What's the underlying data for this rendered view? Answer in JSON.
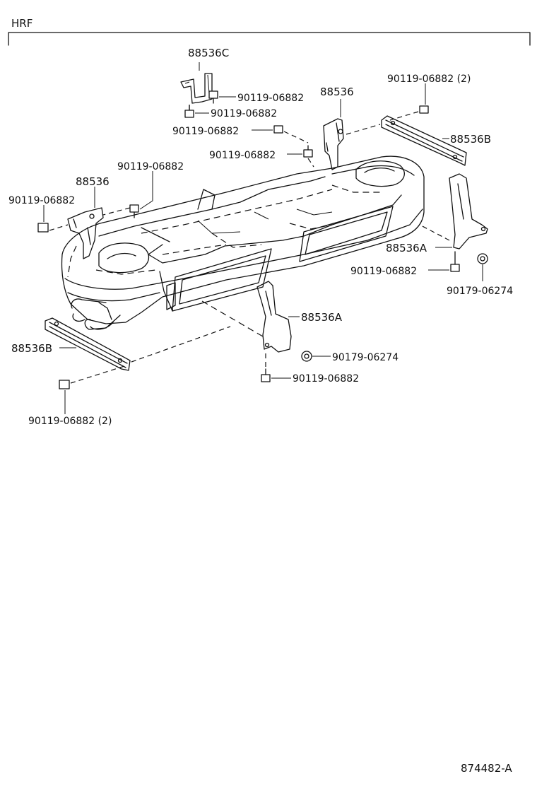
{
  "diagram": {
    "group_code": "HRF",
    "illustration_id": "874482-A",
    "callouts": {
      "bracket_top_c": "88536C",
      "bolt_top_c_1": "90119-06882",
      "bolt_top_c_2": "90119-06882",
      "bolt_top_right_qty": "90119-06882 (2)",
      "bracket_top_center": "88536",
      "bolt_center_1": "90119-06882",
      "bolt_center_2": "90119-06882",
      "rail_top_right": "88536B",
      "bolt_left_mid": "90119-06882",
      "bracket_left": "88536",
      "bolt_far_left": "90119-06882",
      "bracket_right": "88536A",
      "bolt_right": "90119-06882",
      "nut_right": "90179-06274",
      "bracket_bottom_center": "88536A",
      "nut_bottom_center": "90179-06274",
      "bolt_bottom_center": "90119-06882",
      "rail_bottom_left": "88536B",
      "bolt_bottom_left_qty": "90119-06882 (2)"
    }
  }
}
